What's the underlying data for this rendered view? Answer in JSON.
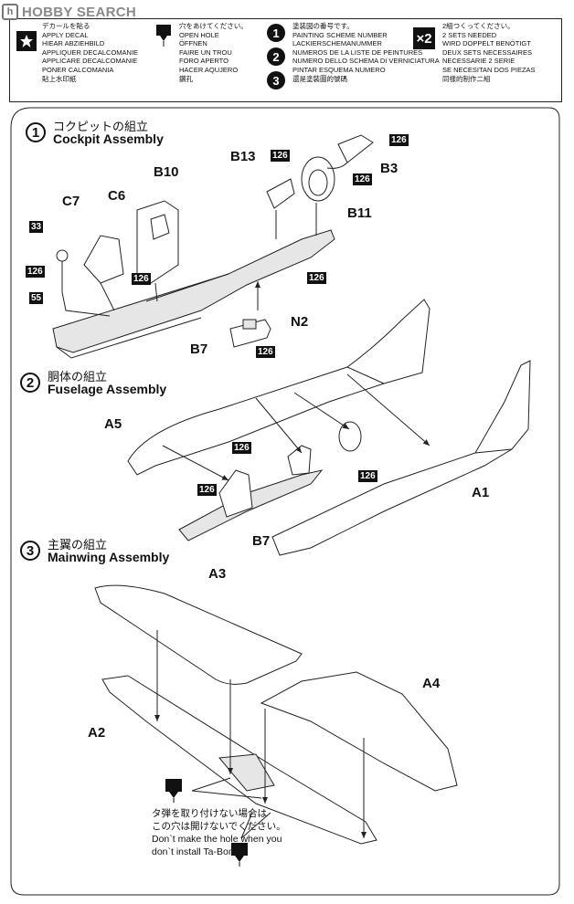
{
  "watermark": {
    "logo": "h",
    "text": "HOBBY SEARCH"
  },
  "legend": {
    "decal": [
      "デカールを貼る",
      "APPLY DECAL",
      "HIEAR ABZIEHBILD",
      "APPLIQUER DECALCOMANIE",
      "APPLICARE DECALCOMANIE",
      "PONER CALCOMANIA",
      "貼上水印紙"
    ],
    "hole": [
      "穴をあけてください。",
      "OPEN HOLE",
      "ÖFFNEN",
      "FAIRE UN TROU",
      "FORO APERTO",
      "HACER AQUJERO",
      "鑽孔"
    ],
    "paint_numbers": [
      "1",
      "2",
      "3"
    ],
    "paint": [
      "塗装図の番号です。",
      "PAINTING SCHEME NUMBER",
      "LACKIERSCHEMANUMMER",
      "NUMEROS DE LA LISTE DE PEINTURES",
      "NUMERO DELLO SCHEMA DI VERNICIATURA",
      "PINTAR ESQUEMA NUMERO",
      "還是塗裝圖的號碼"
    ],
    "x2_badge": "×2",
    "sets": [
      "2組つくってください。",
      "2 SETS NEEDED",
      "WIRD DOPPELT BENÖTIGT",
      "DEUX SETS NECESSAIRES",
      "NECESSARIE 2 SERIE",
      "SE NECESITAN DOS PIEZAS",
      "同樣的制作二組"
    ]
  },
  "steps": [
    {
      "num": "1",
      "jp": "コクピットの組立",
      "en": "Cockpit Assembly"
    },
    {
      "num": "2",
      "jp": "胴体の組立",
      "en": "Fuselage Assembly"
    },
    {
      "num": "3",
      "jp": "主翼の組立",
      "en": "Mainwing Assembly"
    }
  ],
  "part_labels": {
    "B10": "B10",
    "B13": "B13",
    "B3": "B3",
    "B11": "B11",
    "C7": "C7",
    "C6": "C6",
    "B7a": "B7",
    "N2": "N2",
    "A5": "A5",
    "B7b": "B7",
    "A1": "A1",
    "A3": "A3",
    "A4": "A4",
    "A2": "A2"
  },
  "paint_codes": {
    "c1": "126",
    "c2": "126",
    "c3": "126",
    "c4": "126",
    "c5": "126",
    "c6": "126",
    "c7": "126",
    "c8": "126",
    "c9": "126",
    "c10": "126",
    "c11": "33",
    "c12": "55"
  },
  "note": {
    "jp1": "タ弾を取り付けない場合は",
    "jp2": "この穴は開けないでください。",
    "en1": "Don`t make the hole when you",
    "en2": "don`t install Ta-Bomb"
  }
}
